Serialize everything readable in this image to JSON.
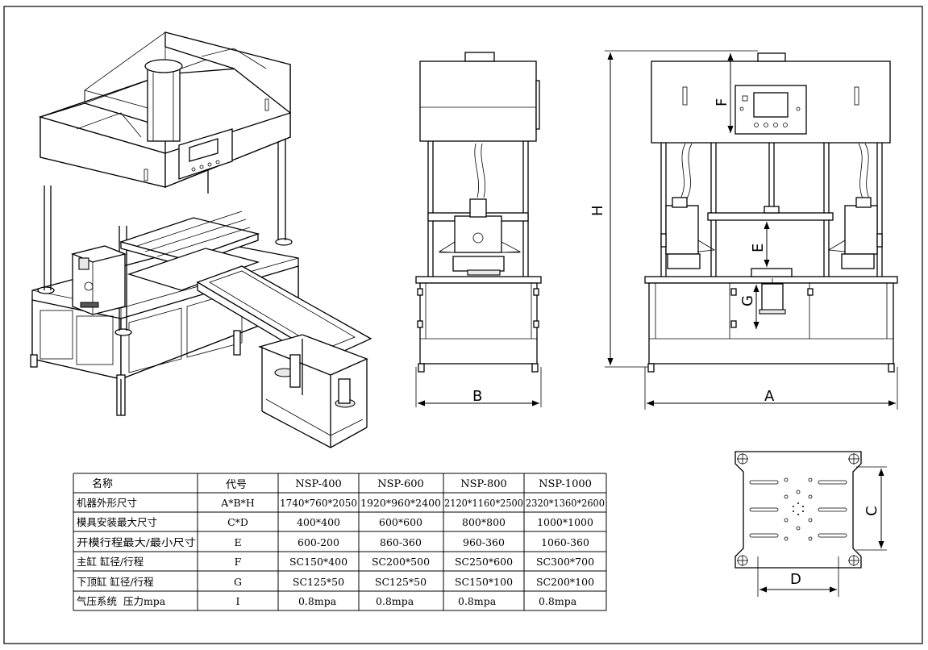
{
  "dimension_labels": {
    "A": "A",
    "B": "B",
    "C": "C",
    "D": "D",
    "E": "E",
    "F": "F",
    "G": "G",
    "H": "H"
  },
  "spec_table": {
    "header": [
      "名称",
      "代号",
      "NSP-400",
      "NSP-600",
      "NSP-800",
      "NSP-1000"
    ],
    "rows": [
      [
        "机器外形尺寸",
        "A*B*H",
        "1740*760*2050",
        "1920*960*2400",
        "2120*1160*2500",
        "2320*1360*2600"
      ],
      [
        "模具安装最大尺寸",
        "C*D",
        "400*400",
        "600*600",
        "800*800",
        "1000*1000"
      ],
      [
        "开模行程最大/最小尺寸",
        "E",
        "600-200",
        "860-360",
        "960-360",
        "1060-360"
      ],
      [
        "主缸 缸径/行程",
        "F",
        "SC150*400",
        "SC200*500",
        "SC250*600",
        "SC300*700"
      ],
      [
        "下顶缸 缸径/行程",
        "G",
        "SC125*50",
        "SC125*50",
        "SC150*100",
        "SC200*100"
      ],
      [
        "气压系统  压力mpa",
        "I",
        "0.8mpa",
        "0.8mpa",
        "0.8mpa",
        "0.8mpa"
      ]
    ]
  }
}
